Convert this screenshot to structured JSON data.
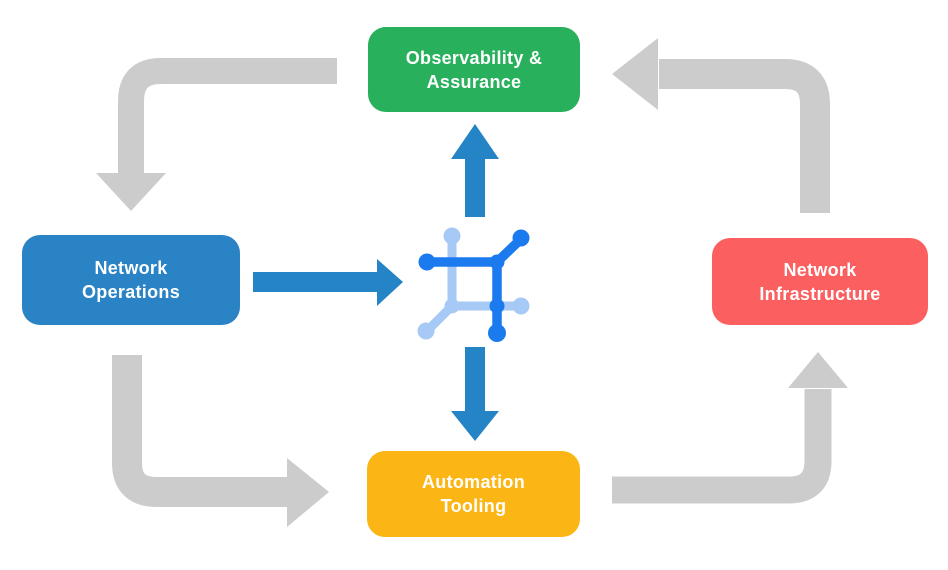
{
  "diagram": {
    "name": "network-automation-cycle",
    "background_color": "#FFFFFF",
    "nodes": {
      "observability": {
        "label": "Observability & Assurance",
        "line1": "Observability &",
        "line2": "Assurance",
        "color": "#28B05C",
        "text_color": "#FFFFFF"
      },
      "operations": {
        "label": "Network Operations",
        "line1": "Network",
        "line2": "Operations",
        "color": "#2983C5",
        "text_color": "#FFFFFF"
      },
      "infrastructure": {
        "label": "Network Infrastructure",
        "line1": "Network",
        "line2": "Infrastructure",
        "color": "#FB5F5F",
        "text_color": "#FFFFFF"
      },
      "automation": {
        "label": "Automation Tooling",
        "line1": "Automation",
        "line2": "Tooling",
        "color": "#FBB515",
        "text_color": "#FFFFFF"
      }
    },
    "center_icon": {
      "name": "network-mesh-icon",
      "primary_color": "#1B7AEE",
      "secondary_color": "#A7C9F6"
    },
    "arrows": {
      "gray_color": "#CCCCCC",
      "blue_color": "#2584C6",
      "outer_cycle": [
        {
          "from": "observability",
          "to": "operations"
        },
        {
          "from": "operations",
          "to": "automation"
        },
        {
          "from": "automation",
          "to": "infrastructure"
        },
        {
          "from": "infrastructure",
          "to": "observability"
        }
      ],
      "center_links": [
        {
          "from": "operations",
          "to": "center"
        },
        {
          "from": "center",
          "to": "observability"
        },
        {
          "from": "center",
          "to": "automation"
        }
      ]
    }
  }
}
